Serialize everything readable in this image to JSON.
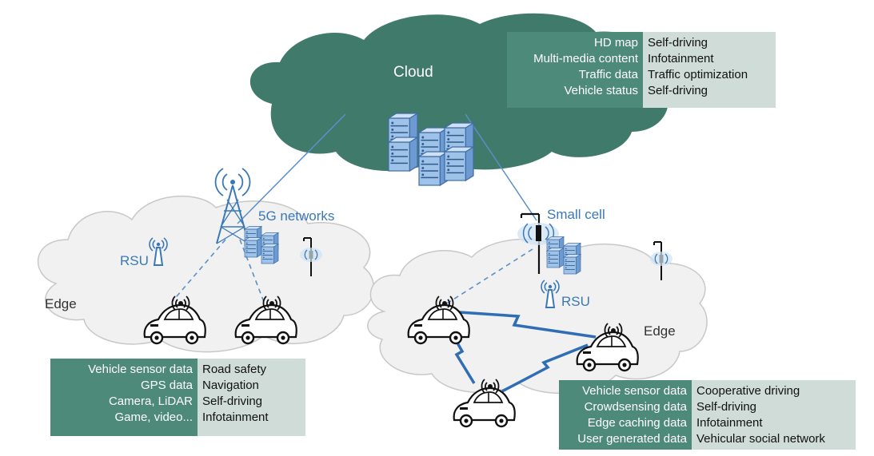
{
  "labels": {
    "cloud": "Cloud",
    "networks_5g": "5G networks",
    "small_cell": "Small cell",
    "rsu_left": "RSU",
    "rsu_right": "RSU",
    "edge_left": "Edge",
    "edge_right": "Edge"
  },
  "tables": {
    "cloud": {
      "rows": [
        {
          "data": "HD map",
          "use": "Self-driving"
        },
        {
          "data": "Multi-media content",
          "use": "Infotainment"
        },
        {
          "data": "Traffic data",
          "use": "Traffic optimization"
        },
        {
          "data": "Vehicle status",
          "use": "Self-driving"
        }
      ]
    },
    "edge_left": {
      "rows": [
        {
          "data": "Vehicle sensor data",
          "use": "Road safety"
        },
        {
          "data": "GPS data",
          "use": "Navigation"
        },
        {
          "data": "Camera, LiDAR",
          "use": "Self-driving"
        },
        {
          "data": "Game, video...",
          "use": "Infotainment"
        }
      ]
    },
    "edge_right": {
      "rows": [
        {
          "data": "Vehicle sensor data",
          "use": "Cooperative driving"
        },
        {
          "data": "Crowdsensing data",
          "use": "Self-driving"
        },
        {
          "data": "Edge caching data",
          "use": "Infotainment"
        },
        {
          "data": "User generated data",
          "use": "Vehicular social network"
        }
      ]
    }
  },
  "colors": {
    "cloud_fill": "#3f7a6b",
    "edge_fill": "#f1f1f1",
    "edge_stroke": "#c8c8c8",
    "link_blue": "#5b8fc9",
    "v2v_blue": "#2f6db5",
    "table_key_bg": "#4e8a7a",
    "table_val_bg": "#cfdcd8",
    "label_blue": "#3a78b8"
  }
}
